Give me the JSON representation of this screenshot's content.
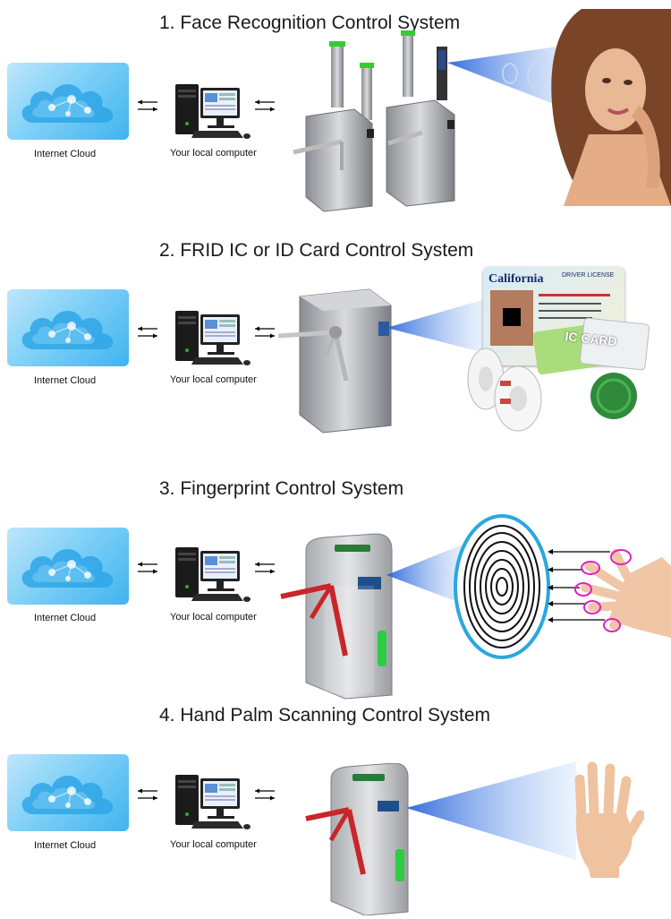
{
  "sections": [
    {
      "title": "1. Face Recognition Control System",
      "cloud_label": "Internet Cloud",
      "computer_label": "Your local computer"
    },
    {
      "title": "2. FRID IC or ID Card Control System",
      "cloud_label": "Internet Cloud",
      "computer_label": "Your local computer"
    },
    {
      "title": "3. Fingerprint Control System",
      "cloud_label": "Internet Cloud",
      "computer_label": "Your local computer"
    },
    {
      "title": "4. Hand Palm Scanning Control System",
      "cloud_label": "Internet Cloud",
      "computer_label": "Your local computer"
    }
  ],
  "card": {
    "state": "California",
    "header": "DRIVER LICENSE",
    "ic_text": "IC CARD"
  },
  "colors": {
    "cloud_blue": "#3fb4ee",
    "beam_blue": "#5a8fe0",
    "fingerprint_ring": "#29a7e0",
    "finger_circle": "#e020c8",
    "gate_red": "#c8262a",
    "indicator_green": "#2ecc40"
  }
}
